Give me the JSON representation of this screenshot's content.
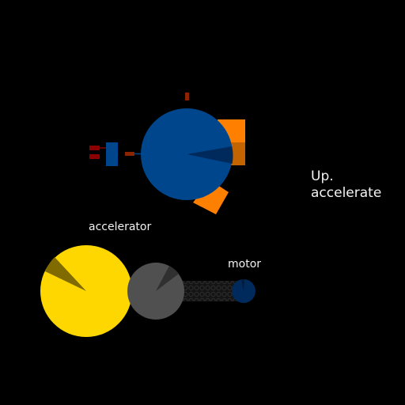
{
  "labels": {
    "accelerator": "accelerator",
    "motor": "motor"
  },
  "instruction": {
    "line1": "Up.",
    "line2": "accelerate"
  },
  "colors": {
    "background": "#000000",
    "ship_body": "#00468c",
    "ship_body_dark": "#002a5c",
    "thruster": "#ff8000",
    "thruster_dark": "#c46400",
    "rear_pod": "#00468c",
    "rear_pins": "#8b0000",
    "top_antenna": "#8b2500",
    "accelerator_wheel": "#ffd700",
    "accelerator_wedge": "#806b00",
    "gear": "#505050",
    "gear_wedge": "#303030",
    "chain": "#1a1a1a",
    "motor": "#002a5c",
    "text": "#f2f2f2"
  },
  "icons": {
    "ship": "spaceship-icon",
    "accelerator": "accelerator-wheel-icon",
    "gear": "gear-icon",
    "motor": "motor-icon",
    "chain": "chain-icon"
  }
}
